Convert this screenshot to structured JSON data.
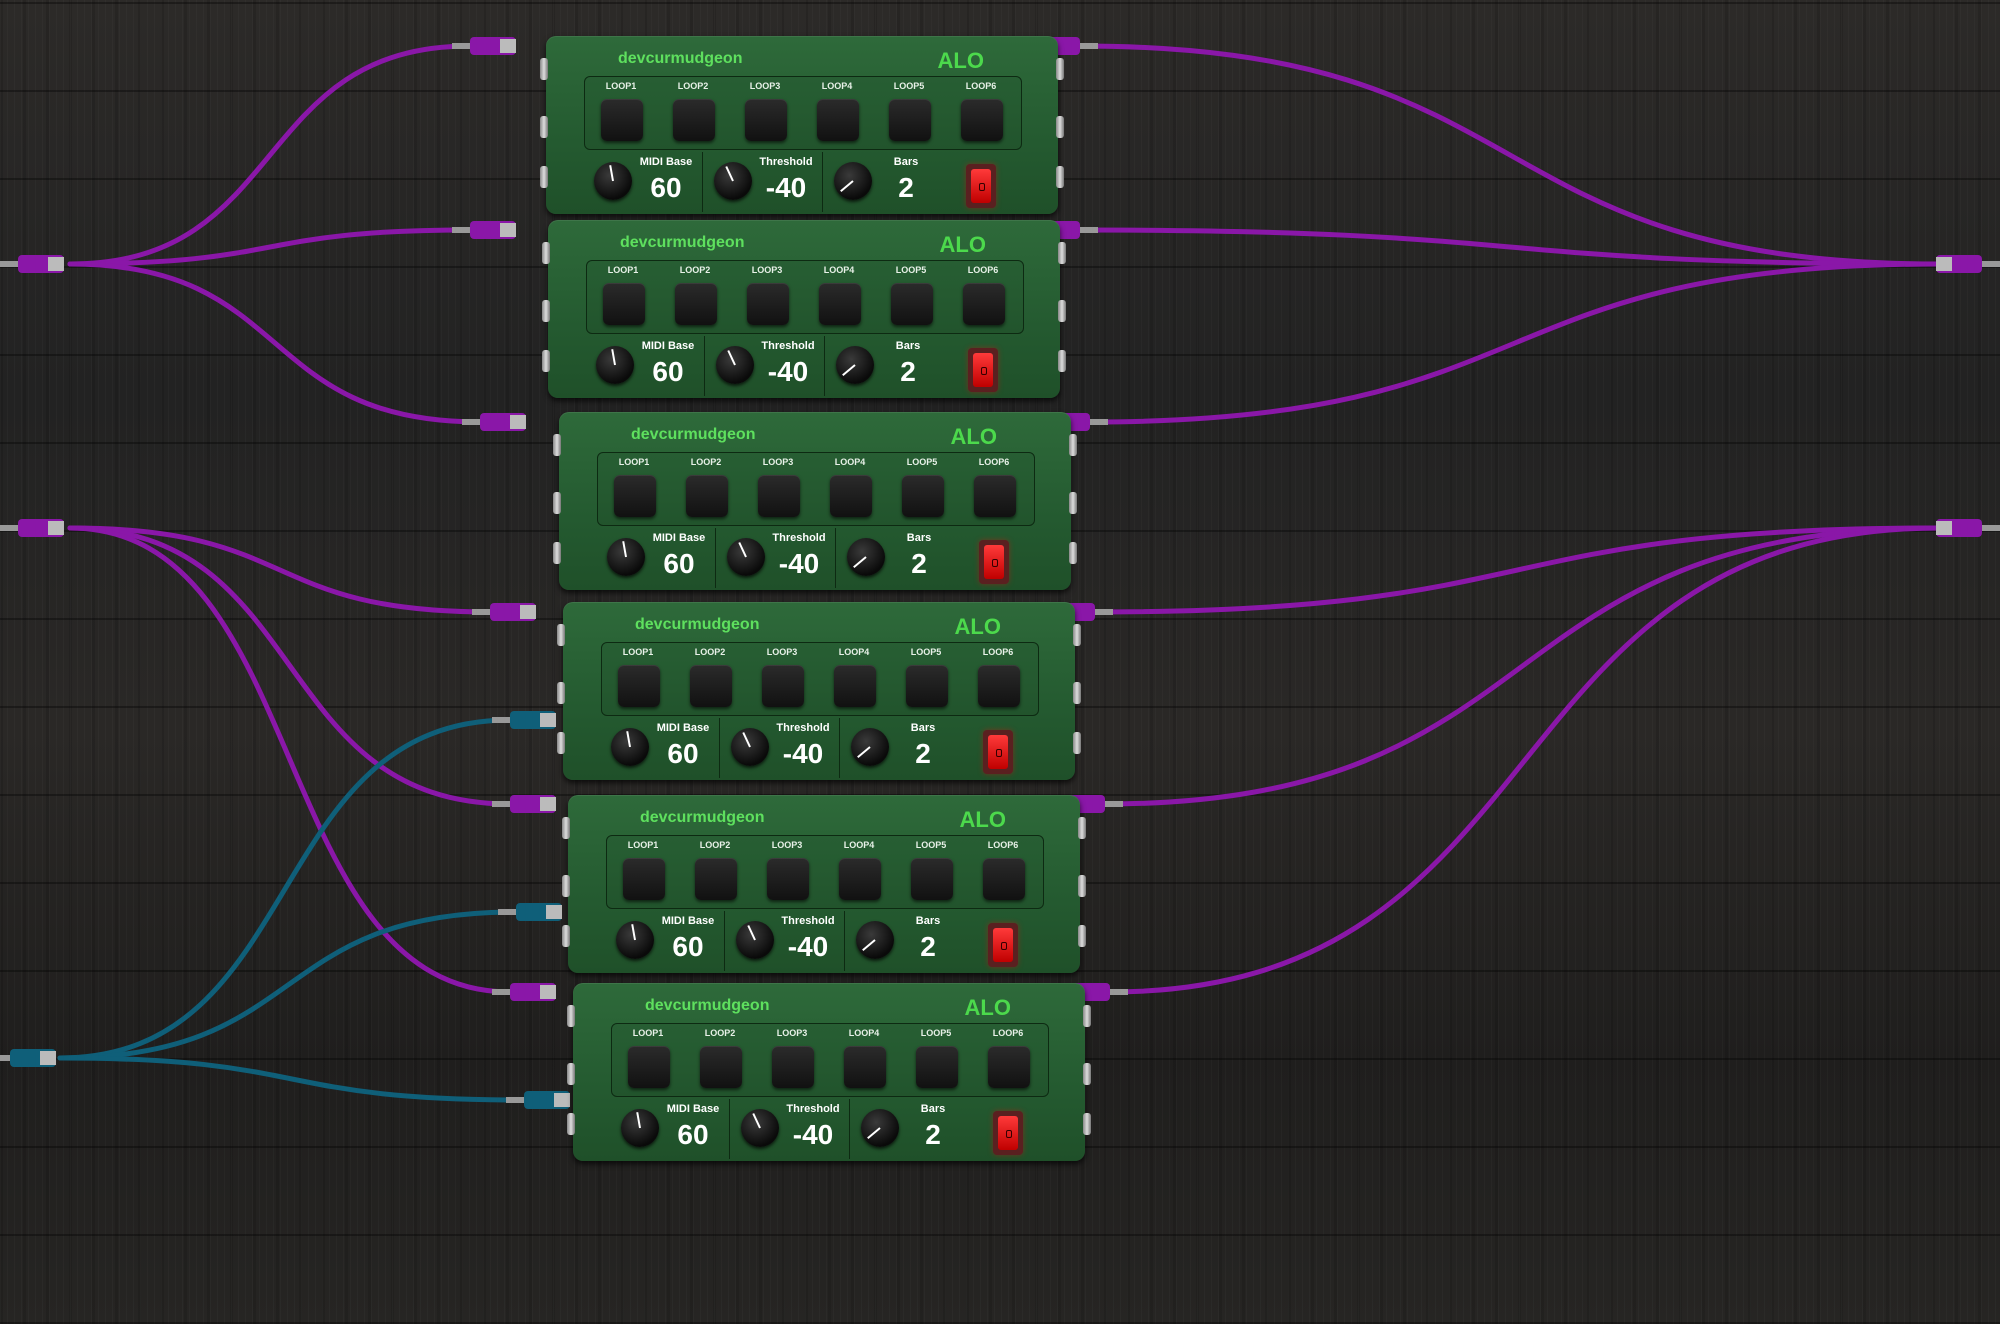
{
  "modules": [
    {
      "brand": "devcurmudgeon",
      "product": "ALO",
      "loops": [
        "LOOP1",
        "LOOP2",
        "LOOP3",
        "LOOP4",
        "LOOP5",
        "LOOP6"
      ],
      "midi_base": {
        "label": "MIDI Base",
        "value": "60"
      },
      "threshold": {
        "label": "Threshold",
        "value": "-40"
      },
      "bars": {
        "label": "Bars",
        "value": "2"
      }
    },
    {
      "brand": "devcurmudgeon",
      "product": "ALO",
      "loops": [
        "LOOP1",
        "LOOP2",
        "LOOP3",
        "LOOP4",
        "LOOP5",
        "LOOP6"
      ],
      "midi_base": {
        "label": "MIDI Base",
        "value": "60"
      },
      "threshold": {
        "label": "Threshold",
        "value": "-40"
      },
      "bars": {
        "label": "Bars",
        "value": "2"
      }
    },
    {
      "brand": "devcurmudgeon",
      "product": "ALO",
      "loops": [
        "LOOP1",
        "LOOP2",
        "LOOP3",
        "LOOP4",
        "LOOP5",
        "LOOP6"
      ],
      "midi_base": {
        "label": "MIDI Base",
        "value": "60"
      },
      "threshold": {
        "label": "Threshold",
        "value": "-40"
      },
      "bars": {
        "label": "Bars",
        "value": "2"
      }
    },
    {
      "brand": "devcurmudgeon",
      "product": "ALO",
      "loops": [
        "LOOP1",
        "LOOP2",
        "LOOP3",
        "LOOP4",
        "LOOP5",
        "LOOP6"
      ],
      "midi_base": {
        "label": "MIDI Base",
        "value": "60"
      },
      "threshold": {
        "label": "Threshold",
        "value": "-40"
      },
      "bars": {
        "label": "Bars",
        "value": "2"
      }
    },
    {
      "brand": "devcurmudgeon",
      "product": "ALO",
      "loops": [
        "LOOP1",
        "LOOP2",
        "LOOP3",
        "LOOP4",
        "LOOP5",
        "LOOP6"
      ],
      "midi_base": {
        "label": "MIDI Base",
        "value": "60"
      },
      "threshold": {
        "label": "Threshold",
        "value": "-40"
      },
      "bars": {
        "label": "Bars",
        "value": "2"
      }
    },
    {
      "brand": "devcurmudgeon",
      "product": "ALO",
      "loops": [
        "LOOP1",
        "LOOP2",
        "LOOP3",
        "LOOP4",
        "LOOP5",
        "LOOP6"
      ],
      "midi_base": {
        "label": "MIDI Base",
        "value": "60"
      },
      "threshold": {
        "label": "Threshold",
        "value": "-40"
      },
      "bars": {
        "label": "Bars",
        "value": "2"
      }
    }
  ],
  "colors": {
    "cable_audio": "#8a17a8",
    "cable_midi": "#0f5f79",
    "panel_green": "#245a30",
    "brand_green": "#5ee05e",
    "switch_red": "#e01010"
  }
}
